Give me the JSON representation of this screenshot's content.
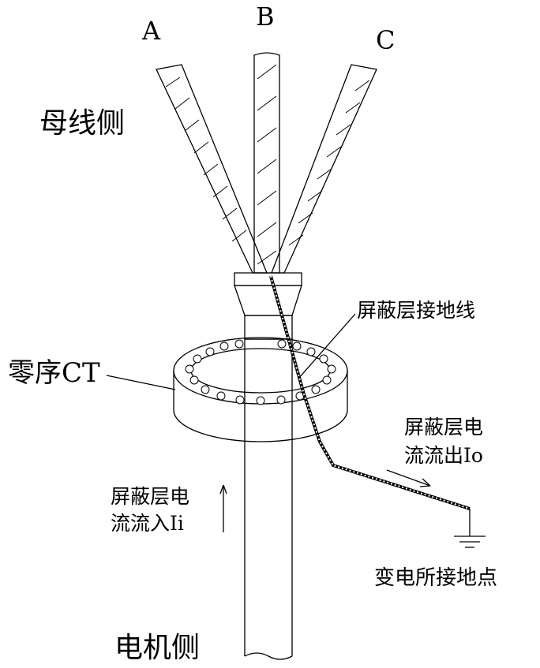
{
  "phases": {
    "a": "A",
    "b": "B",
    "c": "C"
  },
  "labels": {
    "bus_side": "母线侧",
    "shield_ground_wire": "屏蔽层接地线",
    "zero_seq_ct": "零序CT",
    "current_out_line1": "屏蔽层电",
    "current_out_line2": "流流出Io",
    "current_in_line1": "屏蔽层电",
    "current_in_line2": "流流入Ii",
    "substation_ground": "变电所接地点",
    "motor_side": "电机侧"
  }
}
